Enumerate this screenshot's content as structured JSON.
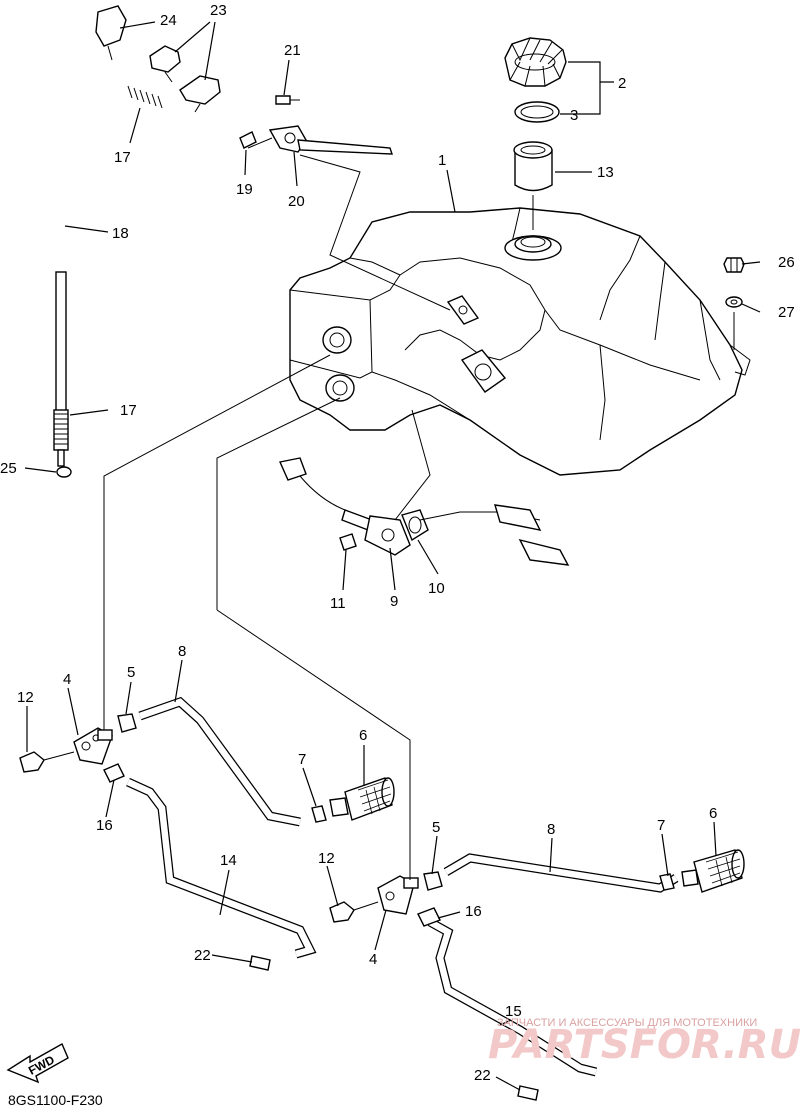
{
  "callouts": {
    "c1": "1",
    "c2": "2",
    "c3": "3",
    "c4a": "4",
    "c4b": "4",
    "c5a": "5",
    "c5b": "5",
    "c6a": "6",
    "c6b": "6",
    "c7a": "7",
    "c7b": "7",
    "c8a": "8",
    "c8b": "8",
    "c9": "9",
    "c10": "10",
    "c11": "11",
    "c12a": "12",
    "c12b": "12",
    "c13": "13",
    "c14": "14",
    "c15": "15",
    "c16a": "16",
    "c16b": "16",
    "c17a": "17",
    "c17b": "17",
    "c18": "18",
    "c19": "19",
    "c20": "20",
    "c21": "21",
    "c22a": "22",
    "c22b": "22",
    "c23": "23",
    "c24": "24",
    "c25": "25",
    "c26": "26",
    "c27": "27"
  },
  "diagram_code": "8GS1100-F230",
  "fwd_label": "FWD",
  "watermark": {
    "tagline": "ЗАПЧАСТИ И АКСЕССУАРЫ ДЛЯ МОТОТЕХНИКИ",
    "brand": "PARTSFOR.RU"
  }
}
